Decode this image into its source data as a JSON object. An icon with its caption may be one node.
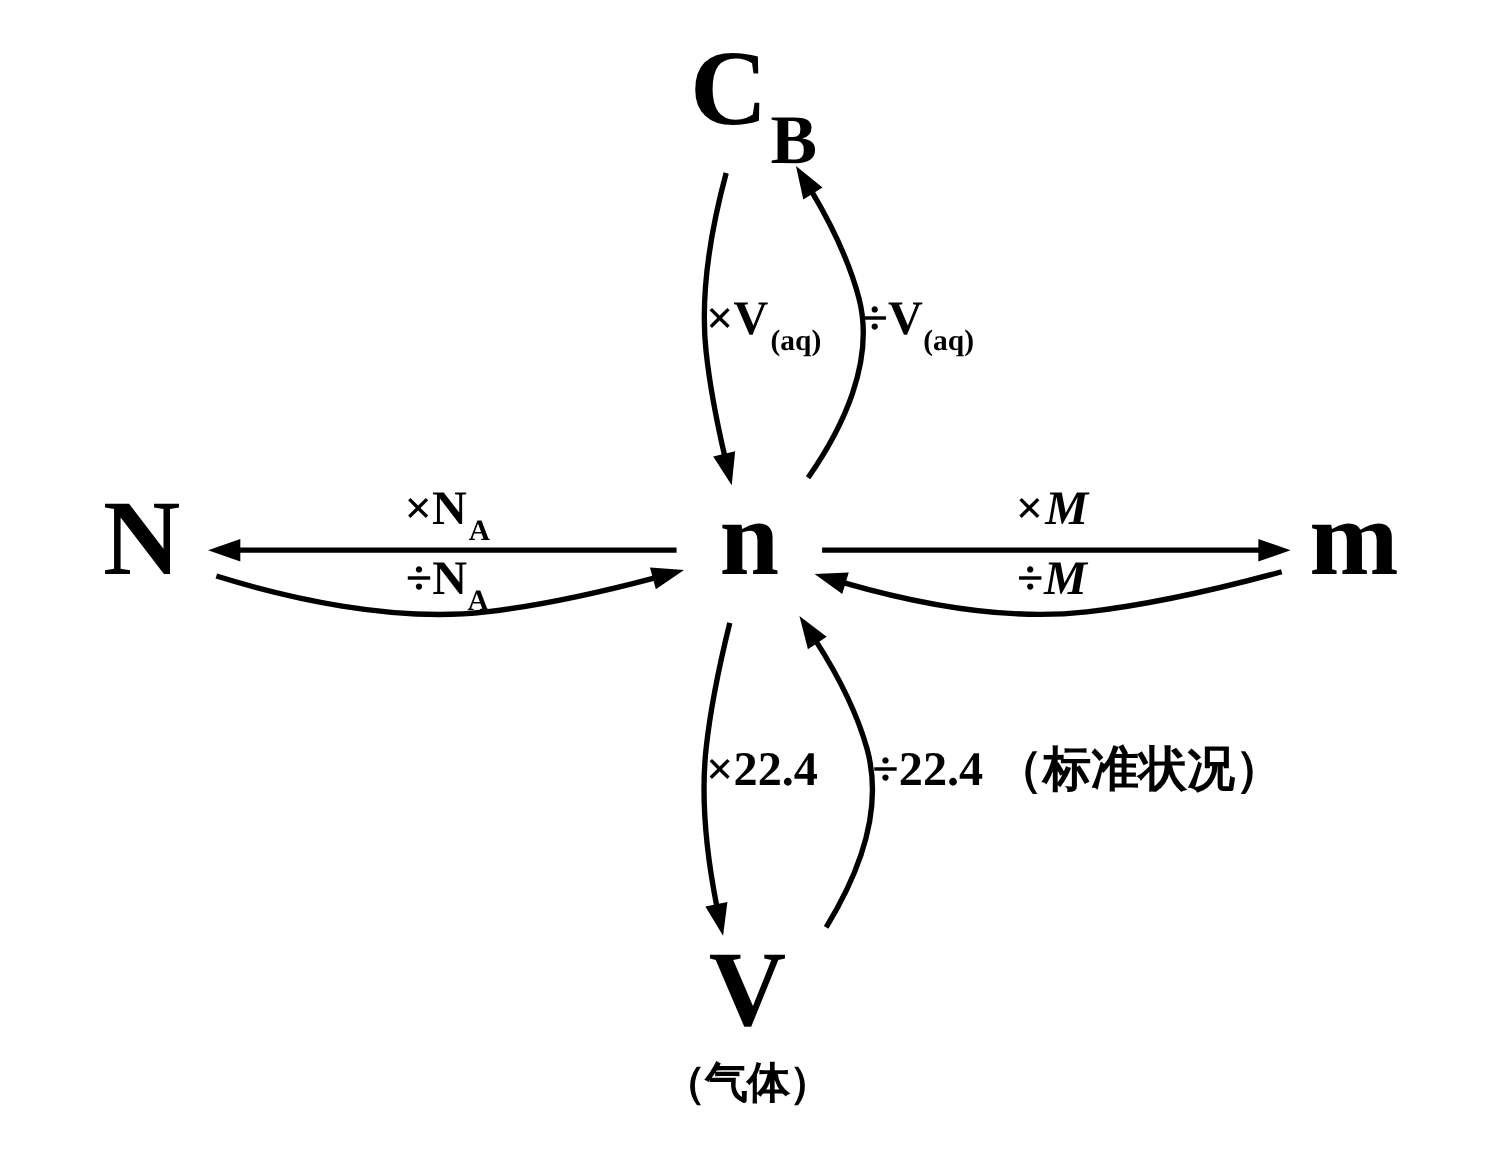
{
  "diagram": {
    "nodes": [
      {
        "text": [
          "C$_{B}$"
        ]
      },
      {
        "text": [
          "N"
        ]
      },
      {
        "text": [
          "n"
        ]
      },
      {
        "text": [
          "m"
        ]
      },
      {
        "text": [
          "V"
        ],
        "beside": [
          "（气体）"
        ]
      }
    ],
    "edges": [
      {
        "from": 0,
        "to": 2,
        "arrow": "to",
        "label": "×V$_{(aq)}$"
      },
      {
        "from": 2,
        "to": 0,
        "arrow": "to",
        "label": "÷V$_{(aq)}$"
      },
      {
        "from": 1,
        "to": 2,
        "arrow": "to",
        "label": "÷N$_{A}$"
      },
      {
        "from": 2,
        "to": 1,
        "arrow": "to",
        "label": "×N$_{A}$"
      },
      {
        "from": 2,
        "to": 3,
        "arrow": "to",
        "label": "×*M*"
      },
      {
        "from": 3,
        "to": 2,
        "arrow": "to",
        "label": "÷*M*"
      },
      {
        "from": 2,
        "to": 4,
        "arrow": "to",
        "label": "×22.4"
      },
      {
        "from": 4,
        "to": 2,
        "arrow": "to",
        "label": "÷22.4 （标准状况）"
      }
    ]
  }
}
